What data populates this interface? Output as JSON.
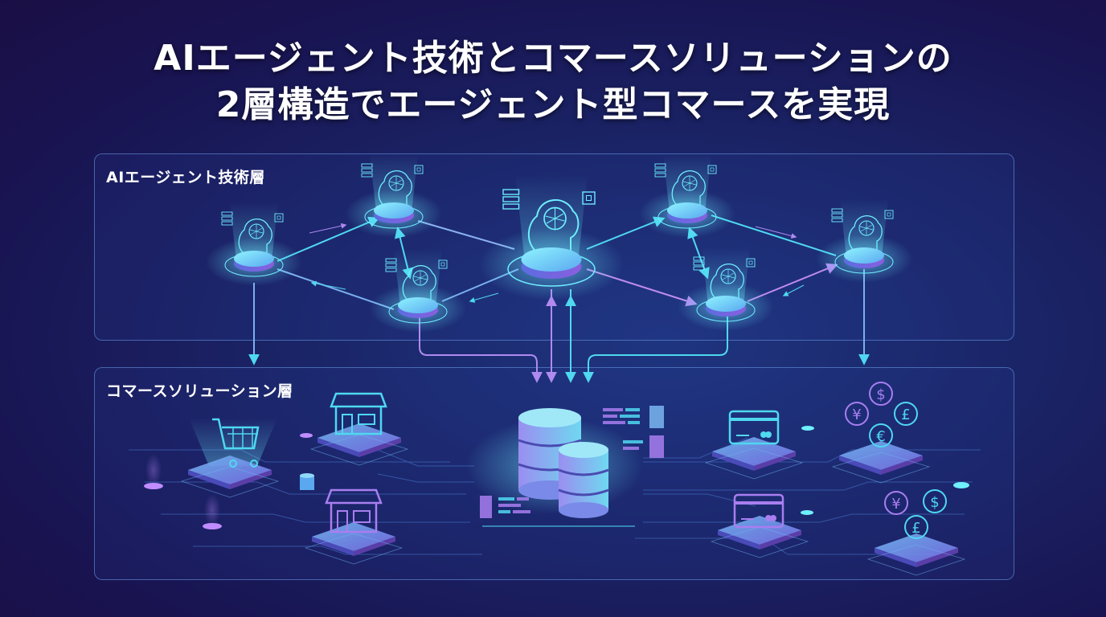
{
  "title": {
    "line1": "AIエージェント技術とコマースソリューションの",
    "line2": "2層構造でエージェント型コマースを実現"
  },
  "layers": [
    {
      "label": "AIエージェント技術層",
      "nodes": [
        "agent-1",
        "agent-2",
        "agent-3",
        "agent-hub",
        "agent-4",
        "agent-5",
        "agent-6"
      ]
    },
    {
      "label": "コマースソリューション層",
      "items": [
        "shopping-cart",
        "store-cyan",
        "store-purple",
        "database-cluster",
        "credit-card-cyan",
        "credit-card-purple",
        "currency-cluster-1",
        "currency-cluster-2"
      ]
    }
  ],
  "currency_symbols": {
    "cluster1": [
      "$",
      "¥",
      "£",
      "€"
    ],
    "cluster2": [
      "¥",
      "$",
      "£"
    ]
  },
  "colors": {
    "cyan": "#4fd8f0",
    "purple": "#a87ef0",
    "frame": "#6ea0e6",
    "bg_dark": "#1a0f45",
    "bg_mid": "#1f3580"
  }
}
